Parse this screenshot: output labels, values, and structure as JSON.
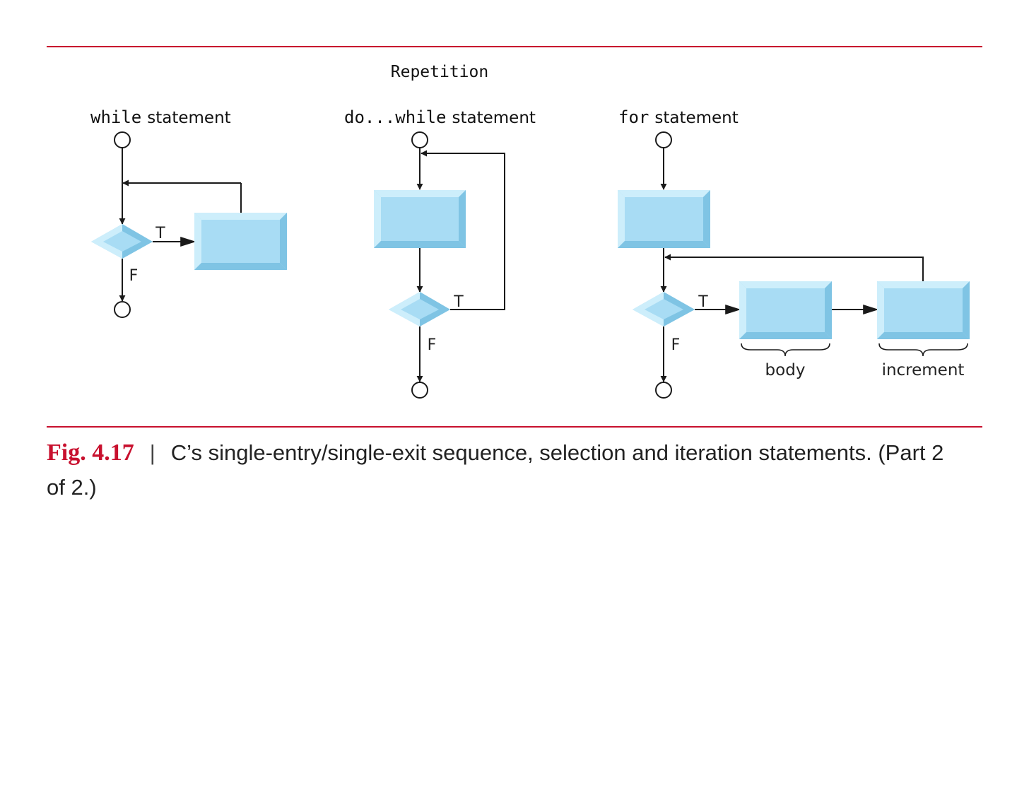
{
  "heading": "Repetition",
  "while_label": {
    "keyword": "while",
    "word": "statement"
  },
  "dowhile_label": {
    "keyword": "do...while",
    "word": "statement"
  },
  "for_label": {
    "keyword": "for",
    "word": "statement"
  },
  "branch_true": "T",
  "branch_false": "F",
  "brace_labels": {
    "body": "body",
    "increment": "increment"
  },
  "caption": {
    "fig_number": "Fig. 4.17",
    "separator": "|",
    "text": "C’s single-entry/single-exit sequence, selection and iteration statements. (Part 2 of 2.)"
  },
  "colors": {
    "rule": "#c8102e",
    "box_face": "#a8dcf4",
    "box_light": "#cdeefb",
    "box_dark": "#7fc4e4",
    "line": "#1a1a1a"
  }
}
